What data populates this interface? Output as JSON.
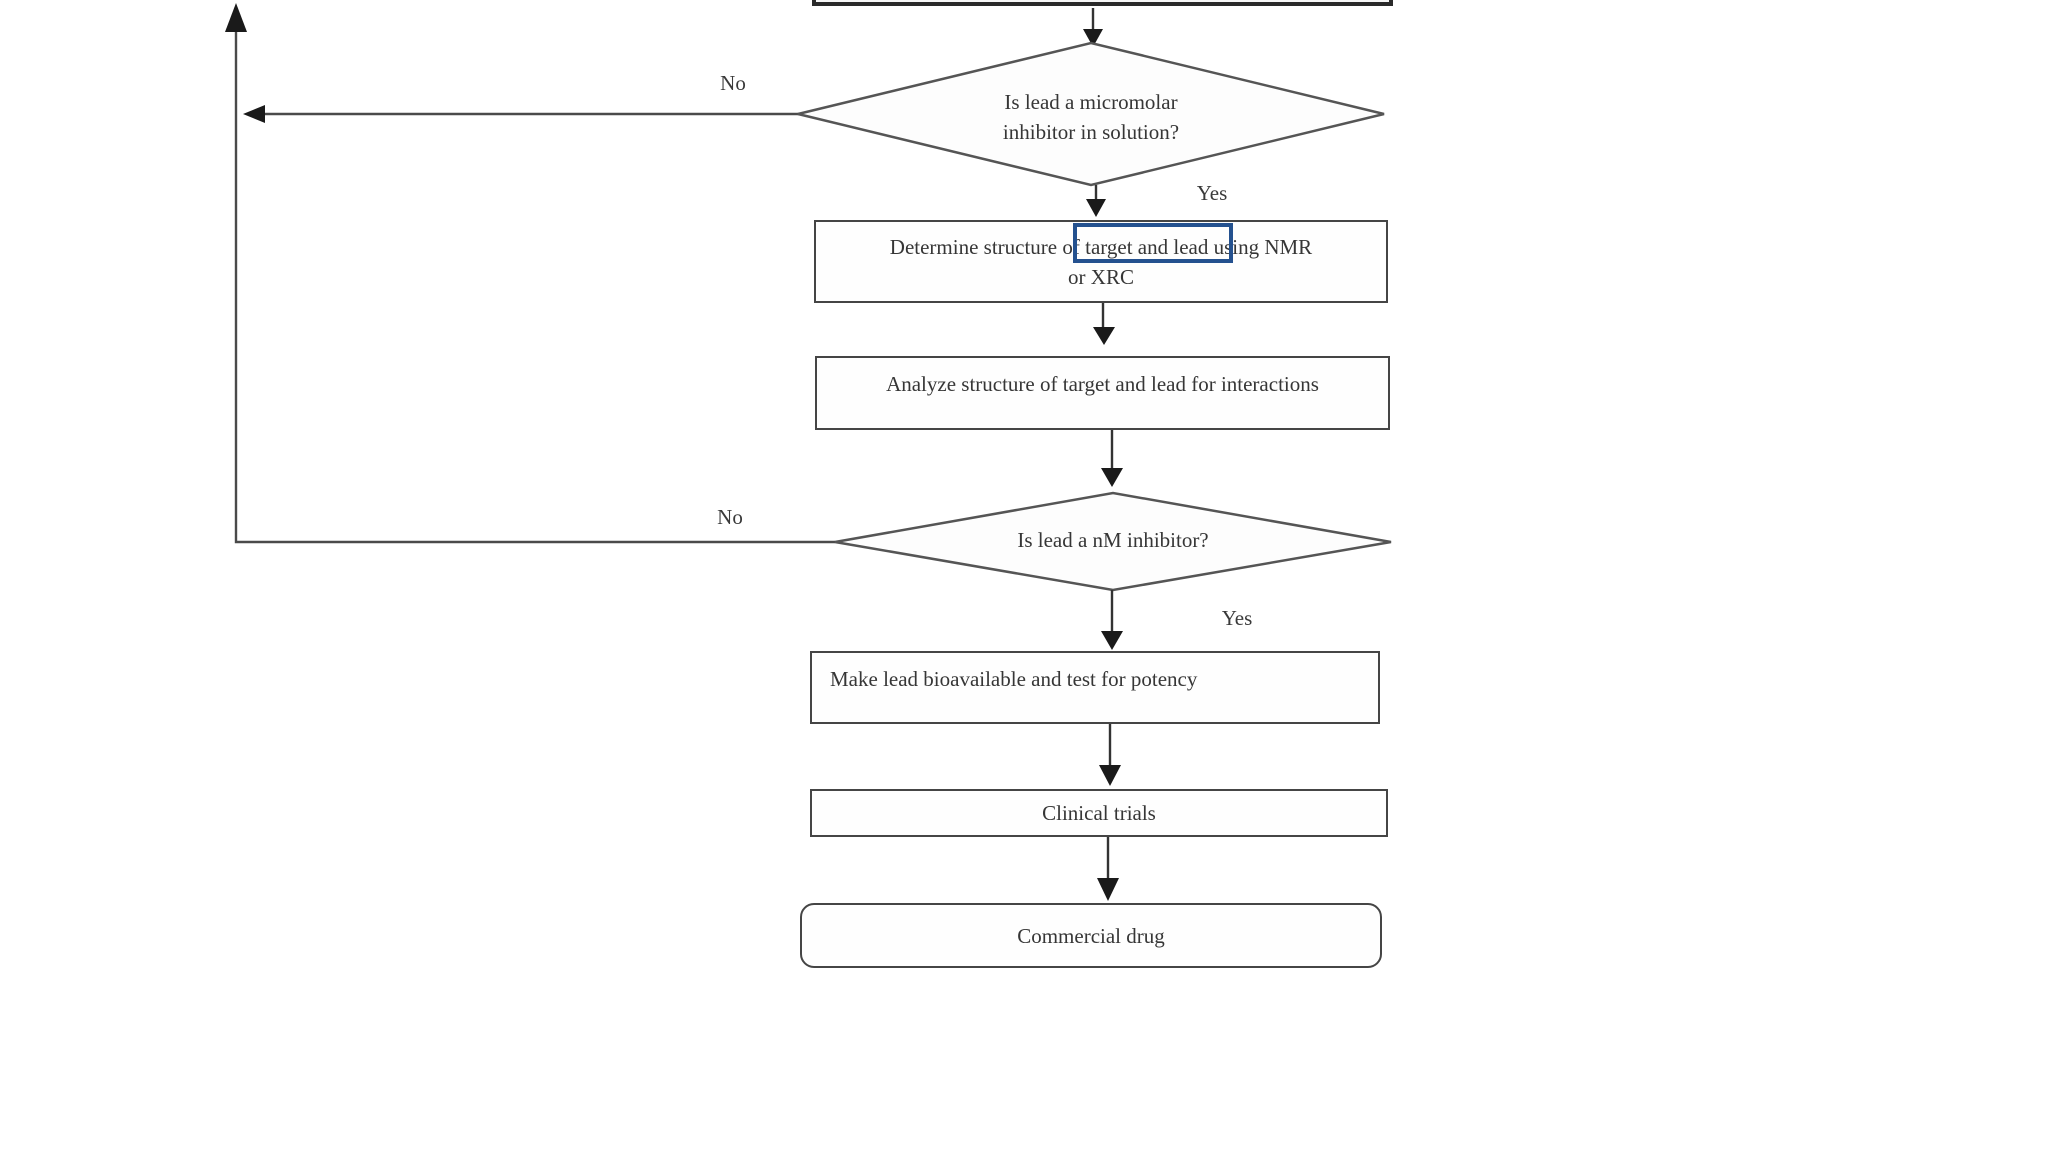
{
  "page": {
    "kind": "flowchart-screenshot",
    "background": "#ffffff",
    "topic": "Drug discovery / lead optimization flowchart (top of chart cut off at screen edge)"
  },
  "flowchart": {
    "nodes": {
      "decision1": {
        "type": "decision",
        "lines": [
          "Is lead a micromolar",
          "inhibitor in solution?"
        ]
      },
      "process1": {
        "type": "process",
        "lines": [
          "Determine structure of target and lead using NMR",
          "or XRC"
        ]
      },
      "process2": {
        "type": "process",
        "text": "Analyze structure of target and lead for interactions"
      },
      "decision2": {
        "type": "decision",
        "text": "Is lead a nM inhibitor?"
      },
      "process3": {
        "type": "process",
        "text": "Make lead bioavailable and test for potency"
      },
      "process4": {
        "type": "process",
        "text": "Clinical trials"
      },
      "terminal": {
        "type": "terminator",
        "text": "Commercial drug"
      }
    },
    "edge_labels": {
      "no1": "No",
      "yes1": "Yes",
      "no2": "No",
      "yes2": "Yes"
    },
    "highlight": {
      "text_enclosed": "target and lead",
      "border_color": "#24518f"
    },
    "colors": {
      "line": "#4a4a4a",
      "arrowhead": "#1a1a1a",
      "box_border": "#454545",
      "text": "#363636",
      "background": "#ffffff"
    }
  }
}
